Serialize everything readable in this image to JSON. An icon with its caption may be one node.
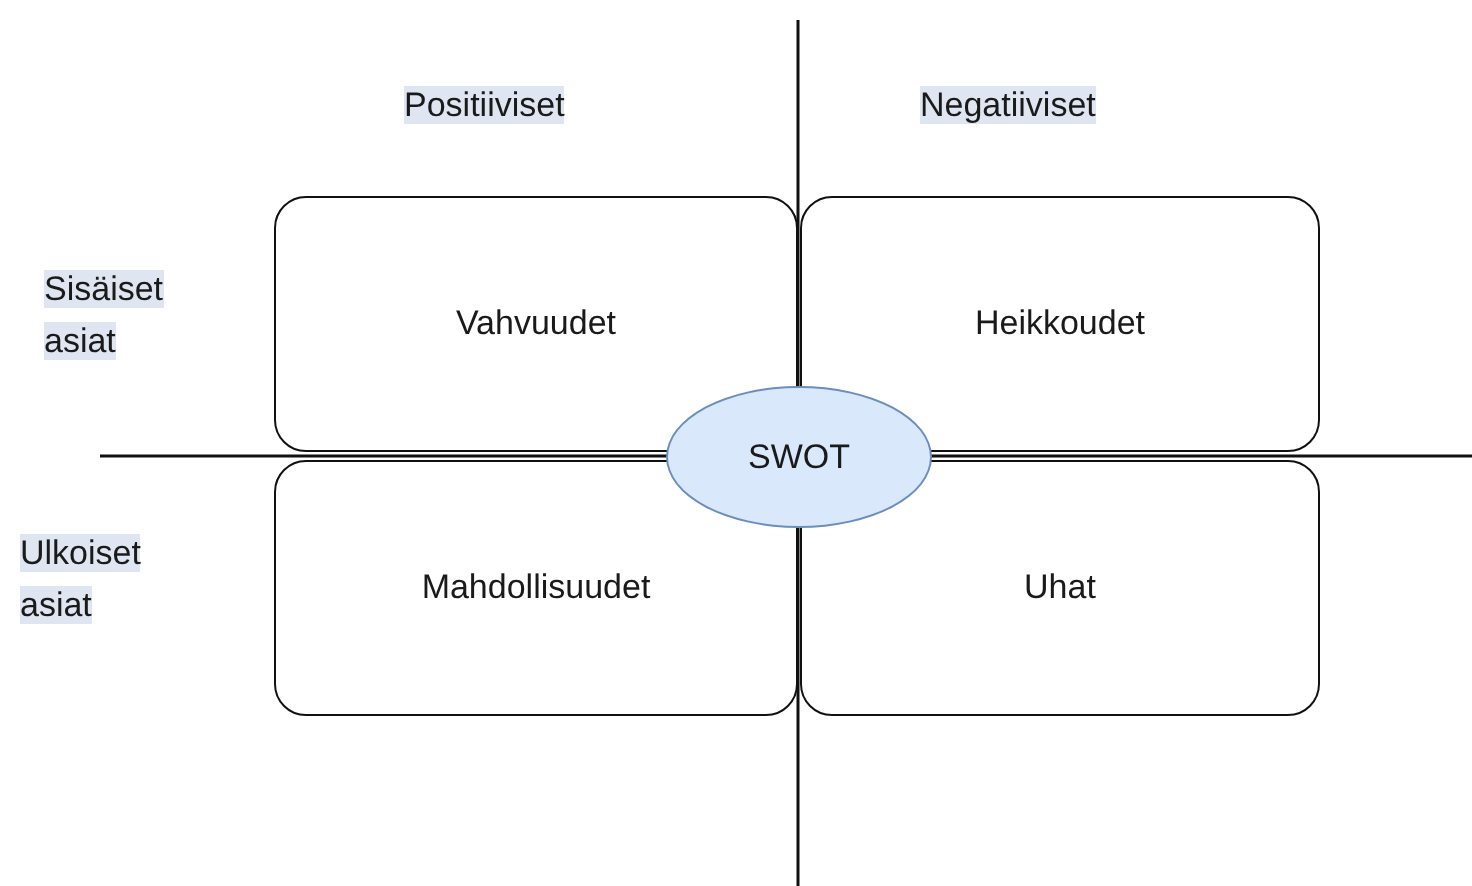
{
  "diagram": {
    "nodes": [
      {
        "text": [
          "Vahvuudet"
        ]
      },
      {
        "text": [
          "Heikkoudet"
        ]
      },
      {
        "text": [
          "Mahdollisuudet"
        ]
      },
      {
        "text": [
          "Uhat"
        ]
      },
      {
        "text": [
          "SWOT"
        ]
      }
    ],
    "labels": [
      "Positiiviset",
      "Negatiiviset",
      "Sisäiset asiat",
      "Ulkoiset asiat"
    ]
  }
}
